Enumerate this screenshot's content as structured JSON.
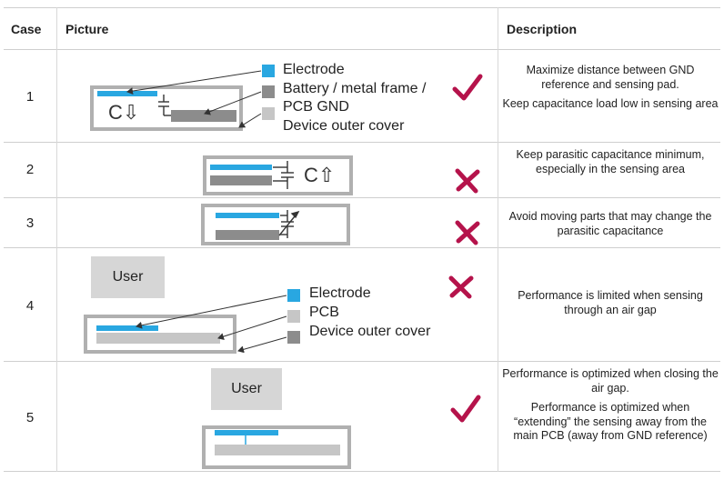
{
  "headers": {
    "case": "Case",
    "picture": "Picture",
    "description": "Description"
  },
  "rows": [
    {
      "case": "1",
      "picture": {
        "legend": [
          "Electrode",
          "Battery / metal frame /",
          "PCB GND",
          "Device outer cover"
        ],
        "formula": "C⇩"
      },
      "description": [
        "Maximize distance between GND reference and sensing pad.",
        "Keep capacitance load low in sensing area"
      ],
      "mark": "check"
    },
    {
      "case": "2",
      "picture": {
        "formula": "C⇧"
      },
      "description": [
        "Keep parasitic capacitance minimum, especially in the sensing area"
      ],
      "mark": "cross"
    },
    {
      "case": "3",
      "description": [
        "Avoid moving parts that may change the parasitic capacitance"
      ],
      "mark": "cross"
    },
    {
      "case": "4",
      "picture": {
        "user": "User",
        "legend": [
          "Electrode",
          "PCB",
          "Device outer cover"
        ]
      },
      "description": [
        "Performance is limited when sensing through an air gap"
      ],
      "mark": "cross"
    },
    {
      "case": "5",
      "picture": {
        "user": "User"
      },
      "description": [
        "Performance is optimized when closing the air gap.",
        "Performance is optimized when “extending” the sensing away from the main PCB (away from GND reference)"
      ],
      "mark": "check"
    }
  ],
  "colors": {
    "electrode": "#29a7e1",
    "gnd": "#8c8c8c",
    "pcb": "#c6c6c6",
    "cover": "#b0b0b0",
    "mark": "#b5134b"
  }
}
